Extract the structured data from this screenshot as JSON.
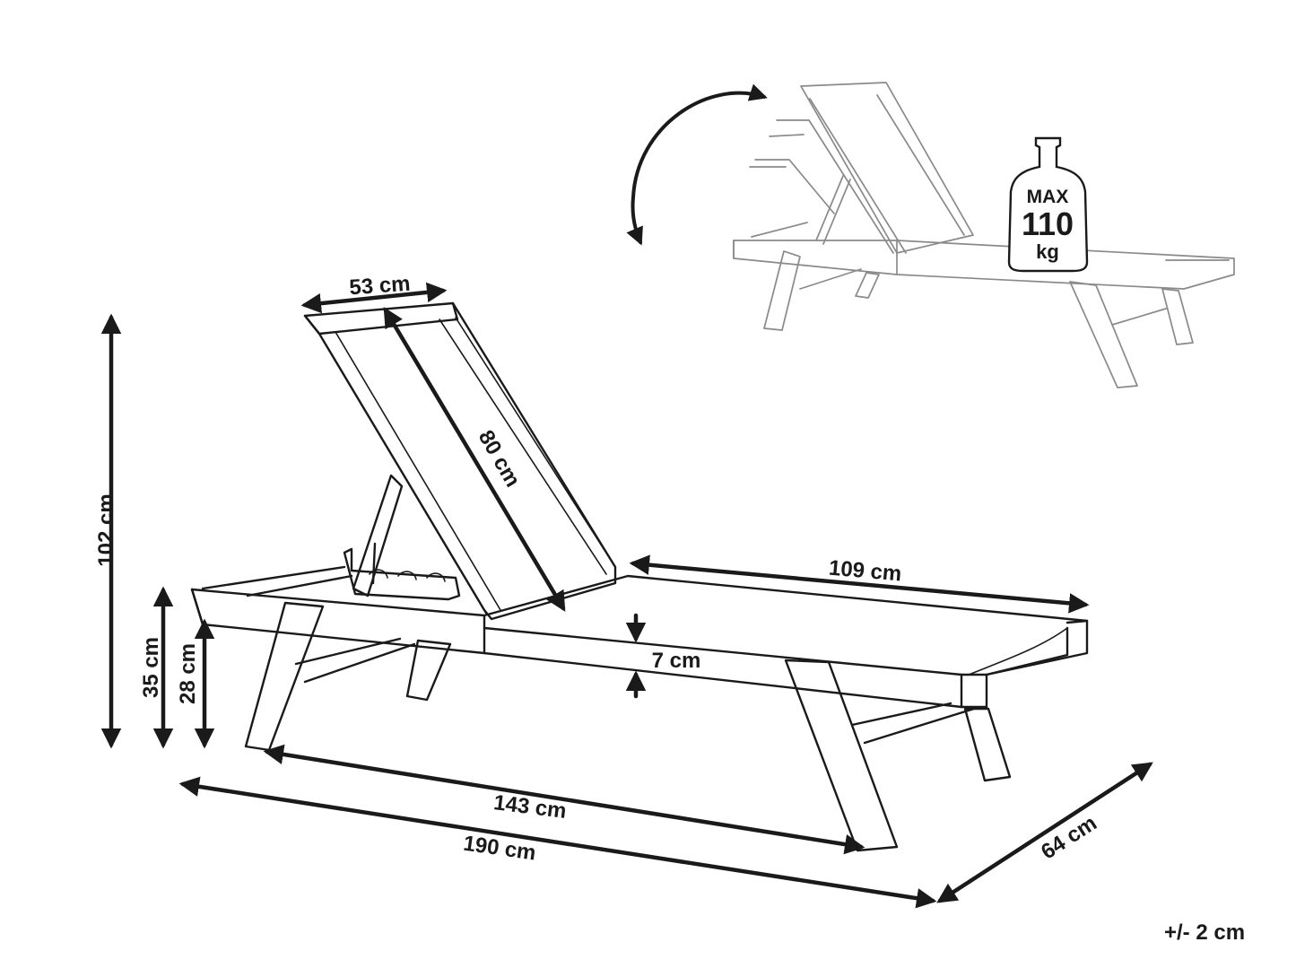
{
  "dimensions": {
    "height_total": "102 cm",
    "seat_height": "35 cm",
    "frame_height": "28 cm",
    "backrest_width": "53 cm",
    "backrest_length": "80 cm",
    "seat_length": "109 cm",
    "cushion_thickness": "7 cm",
    "leg_span": "143 cm",
    "length_total": "190 cm",
    "width_total": "64 cm"
  },
  "max_load": {
    "prefix": "MAX",
    "value": "110",
    "unit": "kg"
  },
  "tolerance": "+/- 2 cm",
  "icons": [
    "adjustable-backrest-arrow-icon",
    "weight-icon"
  ]
}
